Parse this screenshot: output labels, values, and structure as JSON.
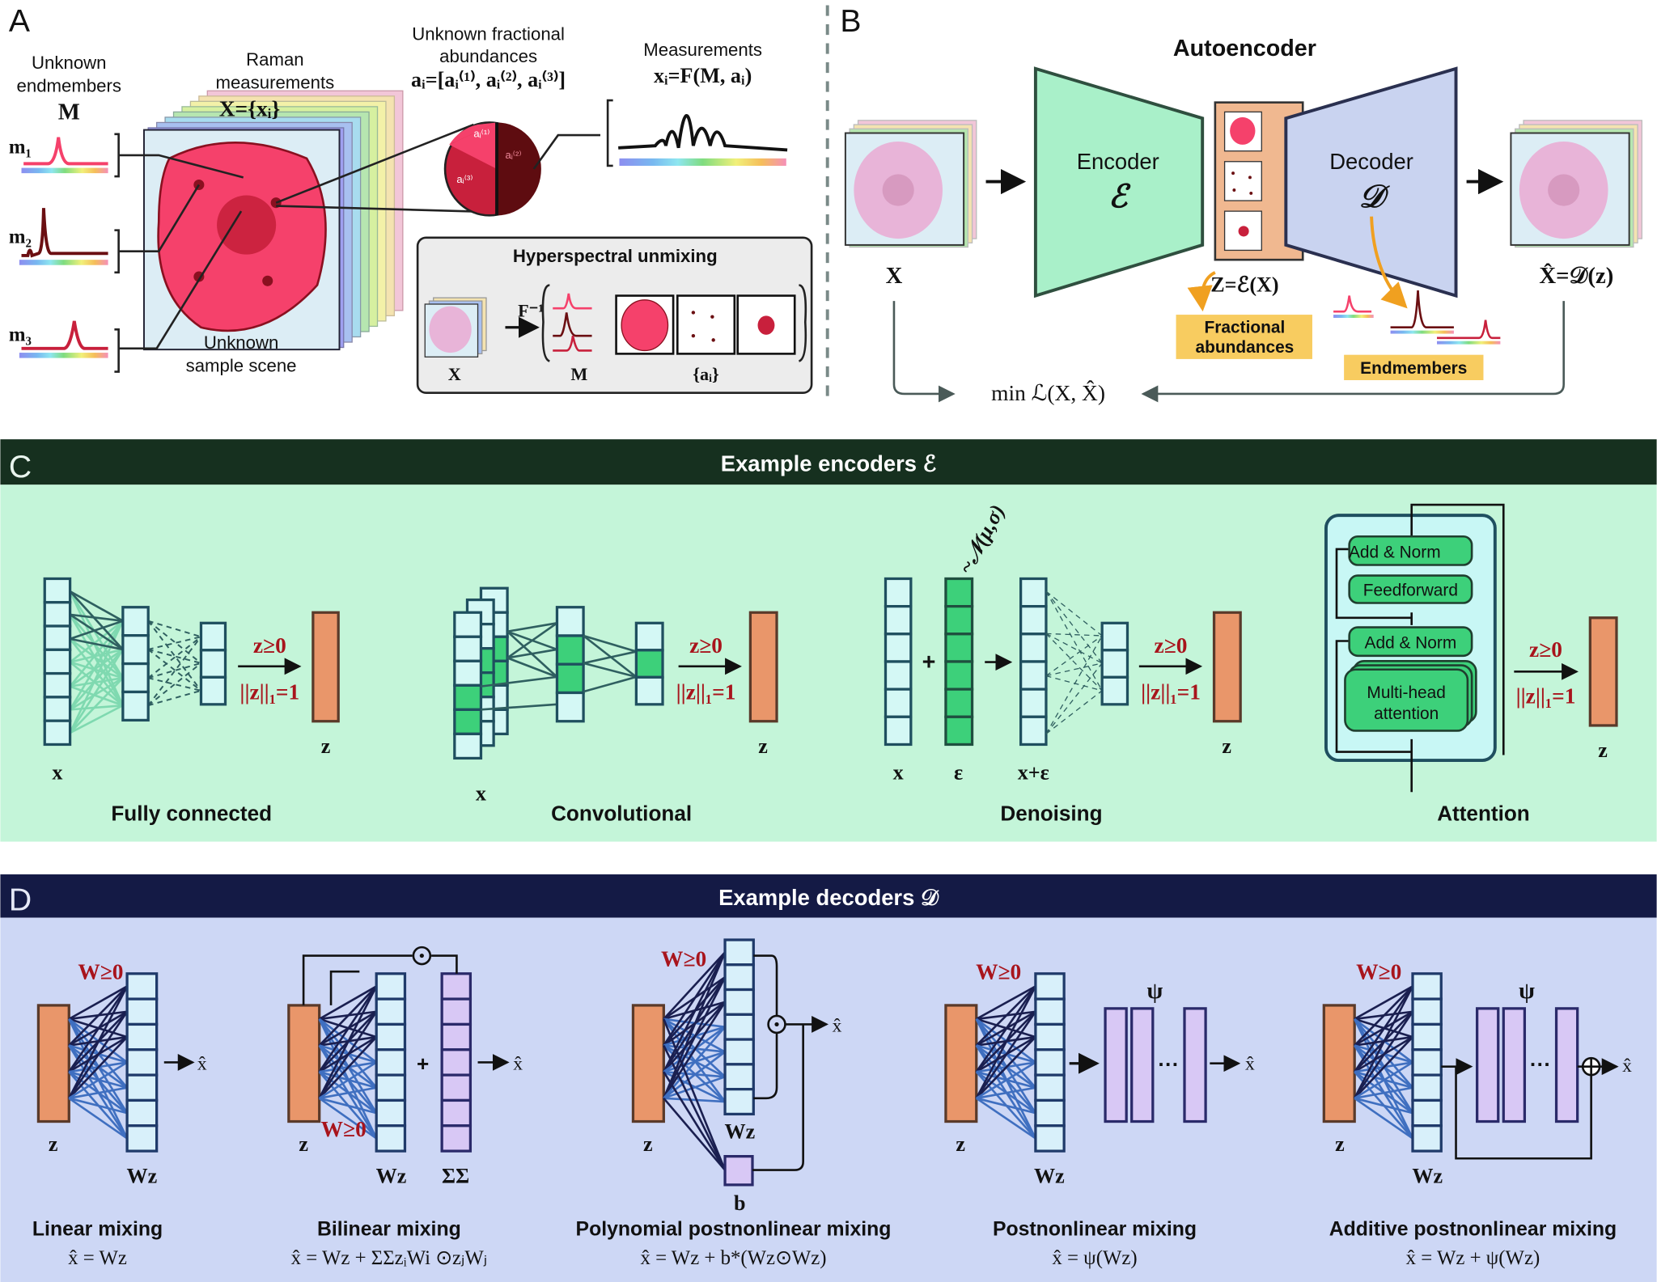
{
  "panel_a": {
    "label": "A",
    "endmembers_title": [
      "Unknown",
      "endmembers"
    ],
    "endmembers_symbol": "M",
    "endmember_labels": [
      "m₁",
      "m₂",
      "m₃"
    ],
    "raman_title": [
      "Raman",
      "measurements"
    ],
    "raman_symbol": "X={xᵢ}",
    "abund_title": [
      "Unknown fractional",
      "abundances"
    ],
    "abund_formula": "aᵢ=[aᵢ⁽¹⁾, aᵢ⁽²⁾, aᵢ⁽³⁾]",
    "pie_labels": [
      "aᵢ⁽¹⁾",
      "aᵢ⁽²⁾",
      "aᵢ⁽³⁾"
    ],
    "meas_title": "Measurements",
    "meas_formula": "xᵢ=F(M, aᵢ)",
    "scene": [
      "Unknown",
      "sample scene"
    ],
    "unmix": {
      "title": "Hyperspectral unmixing",
      "op": "F⁻¹",
      "x": "X",
      "m": "M",
      "a": "{aᵢ}"
    }
  },
  "panel_b": {
    "label": "B",
    "title": "Autoencoder",
    "input": "X",
    "encoder": "Encoder",
    "encoder_symbol": "ℰ",
    "decoder": "Decoder",
    "decoder_symbol": "𝒟",
    "latent": "Z=ℰ(X)",
    "output": "X̂=𝒟(z)",
    "fractional_badge": [
      "Fractional",
      "abundances"
    ],
    "endmembers_badge": "Endmembers",
    "loss": "min ℒ(X, X̂)"
  },
  "panel_c": {
    "label": "C",
    "header": "Example encoders ℰ",
    "constraint1": "z≥0",
    "constraint2": "||z||₁=1",
    "z": "z",
    "x": "x",
    "eps": "ε",
    "x_eps": "x+ε",
    "noise": "~𝒩(μ,σ)",
    "plus": "+",
    "attention_blocks": [
      "Add & Norm",
      "Feedforward",
      "Add & Norm",
      "Multi-head",
      "attention"
    ],
    "titles": [
      "Fully connected",
      "Convolutional",
      "Denoising",
      "Attention"
    ]
  },
  "panel_d": {
    "label": "D",
    "header": "Example decoders 𝒟",
    "w_constraint": "W≥0",
    "z": "z",
    "wz": "Wz",
    "sumsum": "ΣΣ",
    "b": "b",
    "psi": "ψ",
    "xhat": "x̂",
    "plus": "+",
    "dots": "···",
    "titles": [
      "Linear mixing",
      "Bilinear mixing",
      "Polynomial postnonlinear mixing",
      "Postnonlinear mixing",
      "Additive postnonlinear mixing"
    ],
    "formulas": [
      "x̂ = Wz",
      "x̂ = Wz + ΣΣzᵢWi ⊙zⱼWⱼ",
      "x̂ = Wz + b*(Wz⊙Wz)",
      "x̂ = ψ(Wz)",
      "x̂ = Wz + ψ(Wz)"
    ]
  },
  "colors": {
    "encoder_fill": "#a9f0c9",
    "decoder_fill": "#c9d3f0",
    "latent_fill": "#e9966a",
    "cell_pink": "#f5416b",
    "constraint_red": "#a8141c",
    "c_header": "#16301f",
    "d_header": "#141a45",
    "c_body": "#c4f5d9",
    "d_body": "#cdd7f5",
    "badge_yellow": "#f8cc60"
  }
}
